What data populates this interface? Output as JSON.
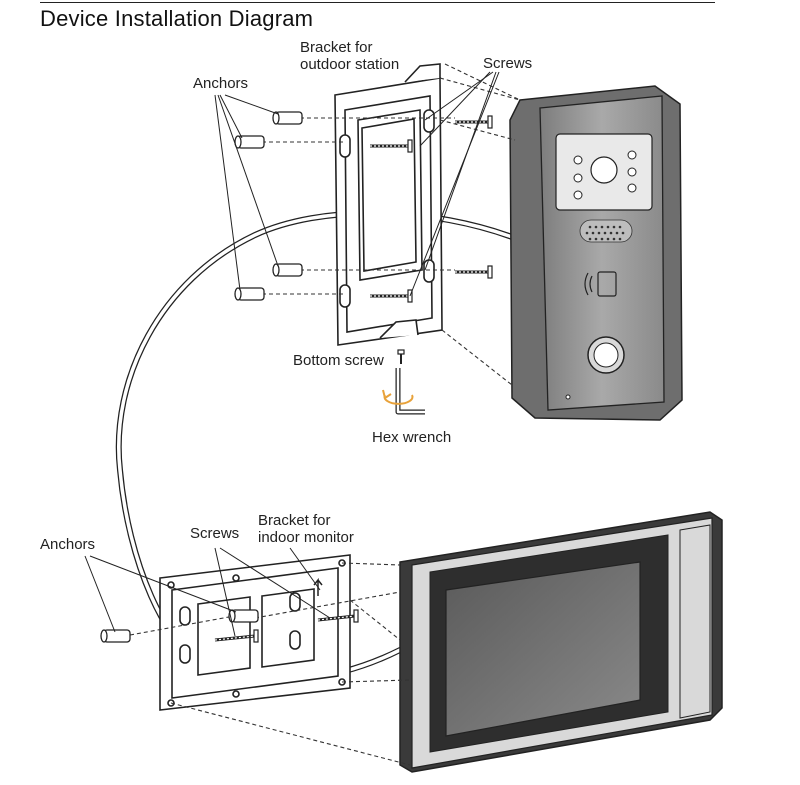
{
  "diagram": {
    "title": "Device Installation Diagram",
    "outdoor": {
      "bracket_label_line1": "Bracket for",
      "bracket_label_line2": "outdoor station",
      "screws_label": "Screws",
      "anchors_label": "Anchors",
      "bottom_screw_label": "Bottom screw",
      "hex_wrench_label": "Hex wrench"
    },
    "indoor": {
      "anchors_label": "Anchors",
      "screws_label": "Screws",
      "bracket_label_line1": "Bracket for",
      "bracket_label_line2": "indoor monitor"
    },
    "colors": {
      "line": "#222222",
      "device_face": "#9a9a9a",
      "device_dark": "#6e6e6e",
      "panel_dark": "#3a3a3a",
      "screen": "#8c8c8c",
      "wrench_arrow": "#e8a23a"
    }
  }
}
